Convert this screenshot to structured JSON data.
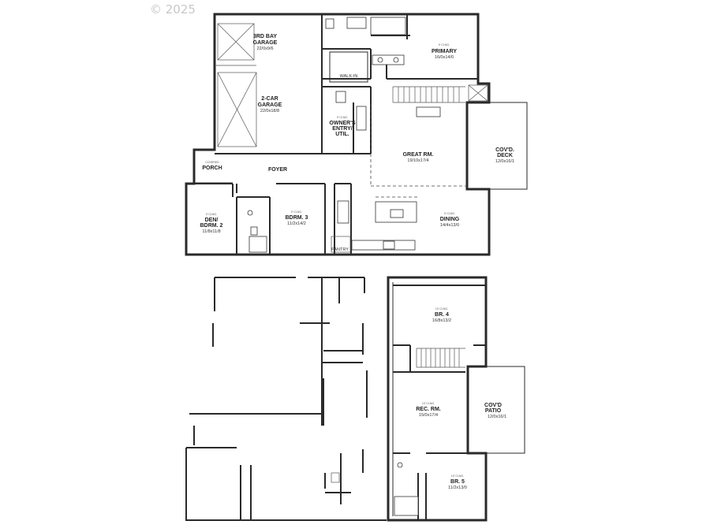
{
  "watermark": "© 2025",
  "main_floor": {
    "rooms": [
      {
        "id": "third-bay",
        "name_lines": [
          "3RD BAY",
          "GARAGE"
        ],
        "dims": "22/0x9/6"
      },
      {
        "id": "garage",
        "name_lines": [
          "2-CAR",
          "GARAGE"
        ],
        "dims": "22/0x18/8"
      },
      {
        "id": "primary",
        "ceiling": "9' CLNG.",
        "name_lines": [
          "PRIMARY"
        ],
        "dims": "16/0x14/0"
      },
      {
        "id": "walk-in",
        "name_lines": [
          "WALK-IN"
        ]
      },
      {
        "id": "owners-entry",
        "ceiling": "9' CLNG.",
        "name_lines": [
          "OWNER'S",
          "ENTRY/",
          "UTIL."
        ]
      },
      {
        "id": "great-room",
        "name_lines": [
          "GREAT RM."
        ],
        "dims": "19/10x17/4"
      },
      {
        "id": "covd-deck",
        "name_lines": [
          "COV'D.",
          "DECK"
        ],
        "dims": "12/0x16/1"
      },
      {
        "id": "porch",
        "ceiling": "COVERED",
        "name_lines": [
          "PORCH"
        ]
      },
      {
        "id": "foyer",
        "name_lines": [
          "FOYER"
        ]
      },
      {
        "id": "den",
        "ceiling": "9' CLNG.",
        "name_lines": [
          "DEN/",
          "BDRM. 2"
        ],
        "dims": "11/8x11/8"
      },
      {
        "id": "bdrm3",
        "ceiling": "9' CLNG.",
        "name_lines": [
          "BDRM. 3"
        ],
        "dims": "11/2x14/2"
      },
      {
        "id": "dining",
        "ceiling": "9' CLNG.",
        "name_lines": [
          "DINING"
        ],
        "dims": "14/4x13/0"
      },
      {
        "id": "pantry",
        "name_lines": [
          "PANTRY"
        ]
      }
    ]
  },
  "lower_floor": {
    "rooms": [
      {
        "id": "br4",
        "ceiling": "10' CLNG.",
        "name_lines": [
          "BR. 4"
        ],
        "dims": "16/8x13/2"
      },
      {
        "id": "rec",
        "ceiling": "10' CLNG.",
        "name_lines": [
          "REC. RM."
        ],
        "dims": "15/0x17/4"
      },
      {
        "id": "patio",
        "name_lines": [
          "COV'D",
          "PATIO"
        ],
        "dims": "12/0x16/1"
      },
      {
        "id": "br5",
        "ceiling": "10' CLNG.",
        "name_lines": [
          "BR. 5"
        ],
        "dims": "11/2x13/0"
      }
    ]
  }
}
